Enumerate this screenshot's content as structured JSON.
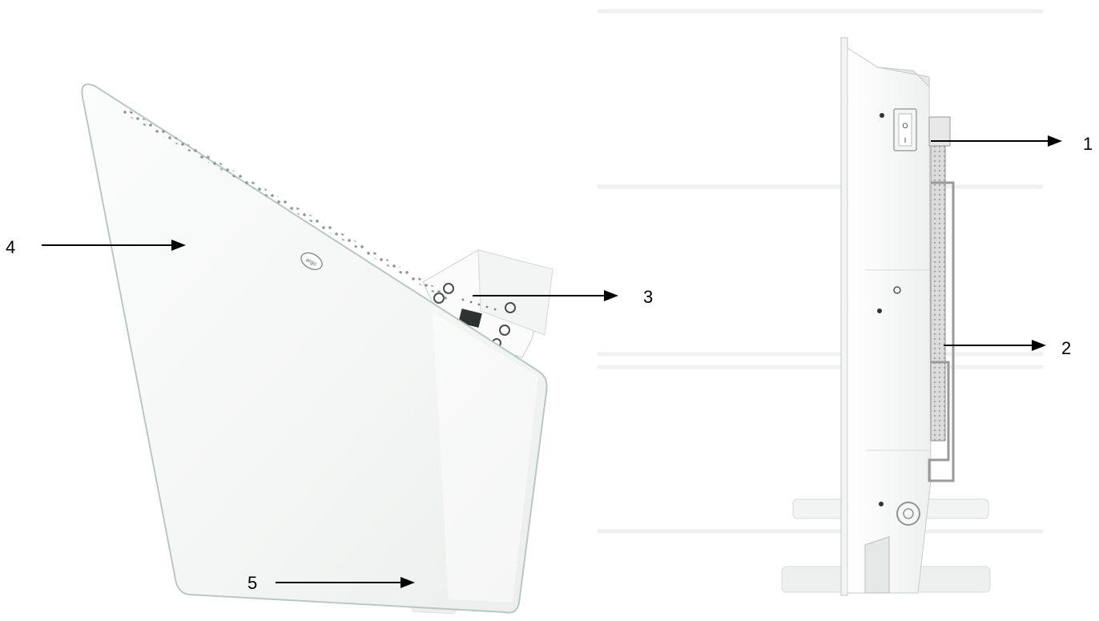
{
  "callouts": [
    {
      "id": "1",
      "label": "1"
    },
    {
      "id": "2",
      "label": "2"
    },
    {
      "id": "3",
      "label": "3"
    },
    {
      "id": "4",
      "label": "4"
    },
    {
      "id": "5",
      "label": "5"
    }
  ],
  "views": {
    "perspective": {
      "logo_text": "argo"
    },
    "side": {
      "switch_off_mark": "O",
      "switch_on_mark": "I"
    }
  },
  "colors": {
    "panel": "#f7f9f8",
    "edge": "#cfd6d3",
    "arrow": "#000000",
    "metal": "#9a9a9a"
  }
}
